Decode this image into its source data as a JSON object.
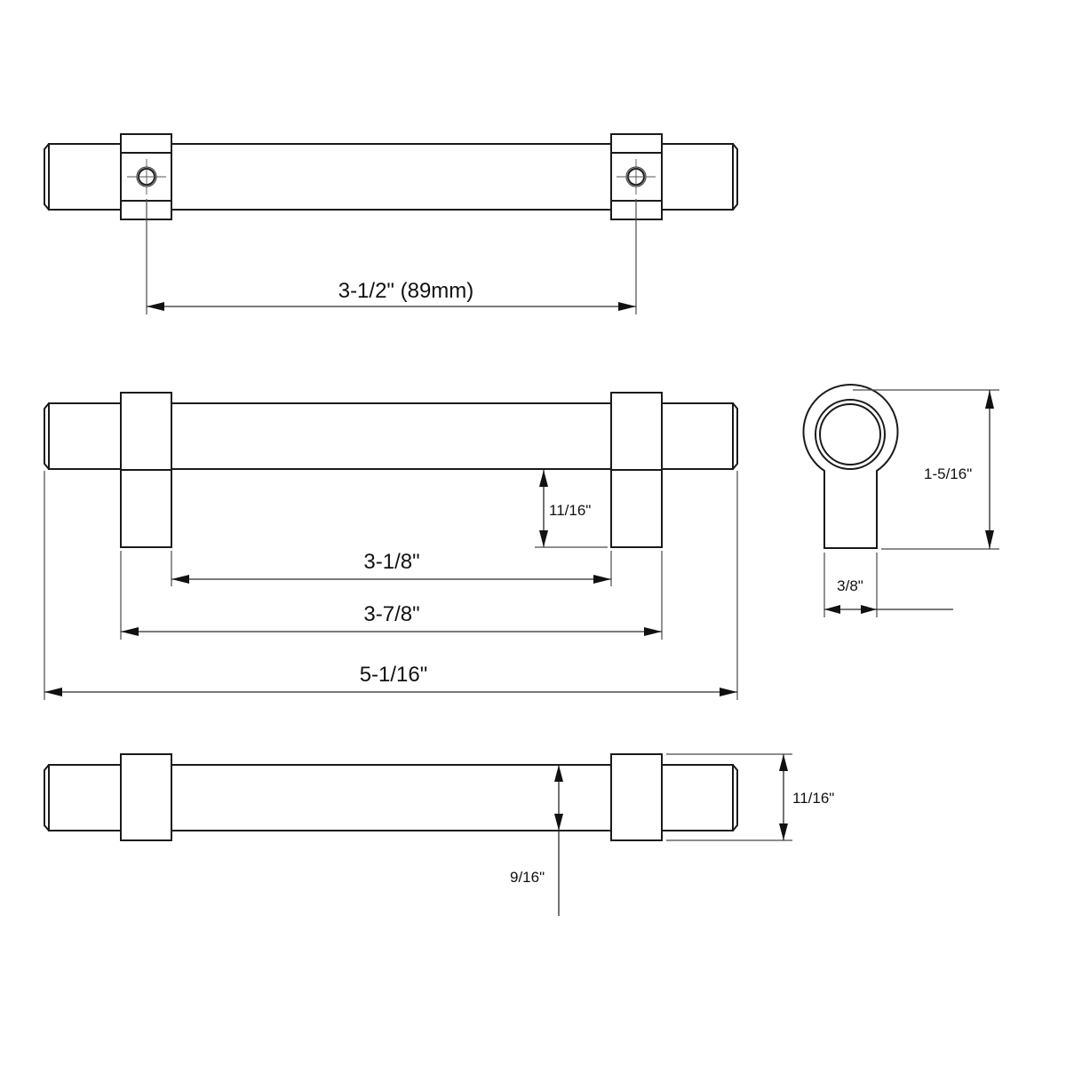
{
  "diagram": {
    "subject": "Cabinet bar pull handle",
    "views": {
      "top": {
        "hole_spacing_label": "3-1/2\" (89mm)"
      },
      "front": {
        "inner_span_label": "3-1/8\"",
        "post_outer_span_label": "3-7/8\"",
        "overall_length_label": "5-1/16\"",
        "projection_label": "11/16\""
      },
      "side": {
        "height_label": "1-5/16\"",
        "base_width_label": "3/8\""
      },
      "bottom": {
        "bar_diameter_label": "9/16\"",
        "post_width_label": "11/16\""
      }
    },
    "colors": {
      "line": "#1a1a1a",
      "dimension": "#2a2a2a",
      "background": "#ffffff"
    }
  }
}
